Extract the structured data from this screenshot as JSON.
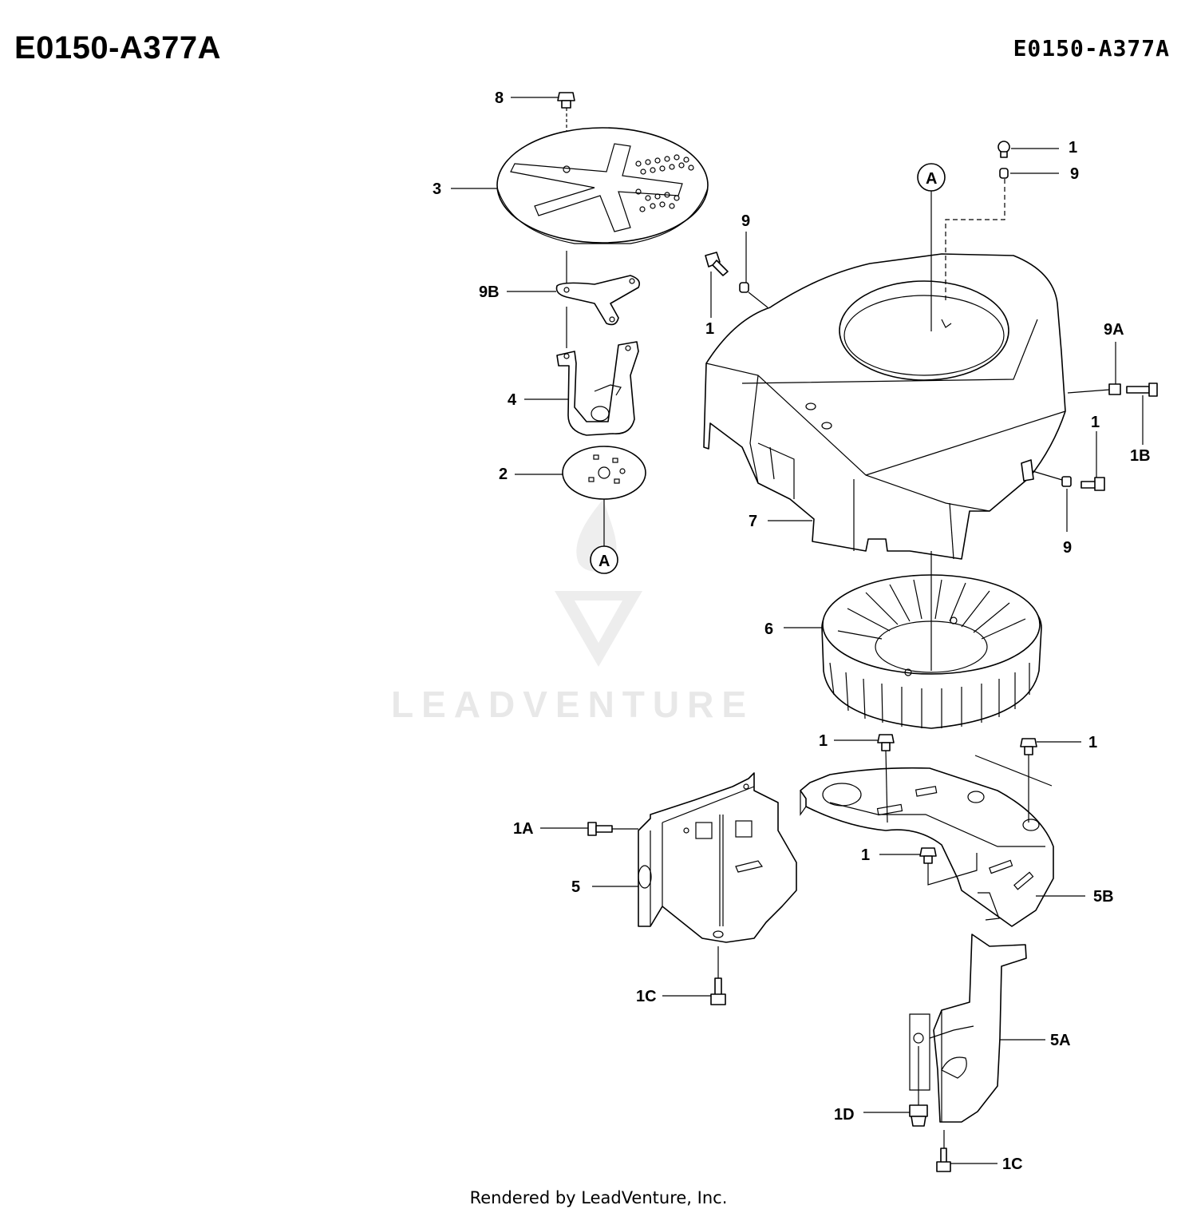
{
  "header": {
    "title_left": "E0150-A377A",
    "title_right": "E0150-A377A"
  },
  "footer": {
    "text": "Rendered by LeadVenture, Inc."
  },
  "watermark": {
    "text": "LEADVENTURE"
  },
  "callouts": {
    "c8": "8",
    "c3": "3",
    "c9B": "9B",
    "c4": "4",
    "c2": "2",
    "refA_left": "A",
    "refA_top": "A",
    "c1_top": "1",
    "c9_top": "9",
    "c9_mid": "9",
    "c1_mid": "1",
    "c9A": "9A",
    "c1B": "1B",
    "c1_right": "1",
    "c9_right": "9",
    "c7": "7",
    "c6": "6",
    "c1_low_left": "1",
    "c1_low_right": "1",
    "c1_low_mid": "1",
    "c1A": "1A",
    "c5": "5",
    "c5B": "5B",
    "c1C_left": "1C",
    "c5A": "5A",
    "c1D": "1D",
    "c1C_right": "1C"
  }
}
